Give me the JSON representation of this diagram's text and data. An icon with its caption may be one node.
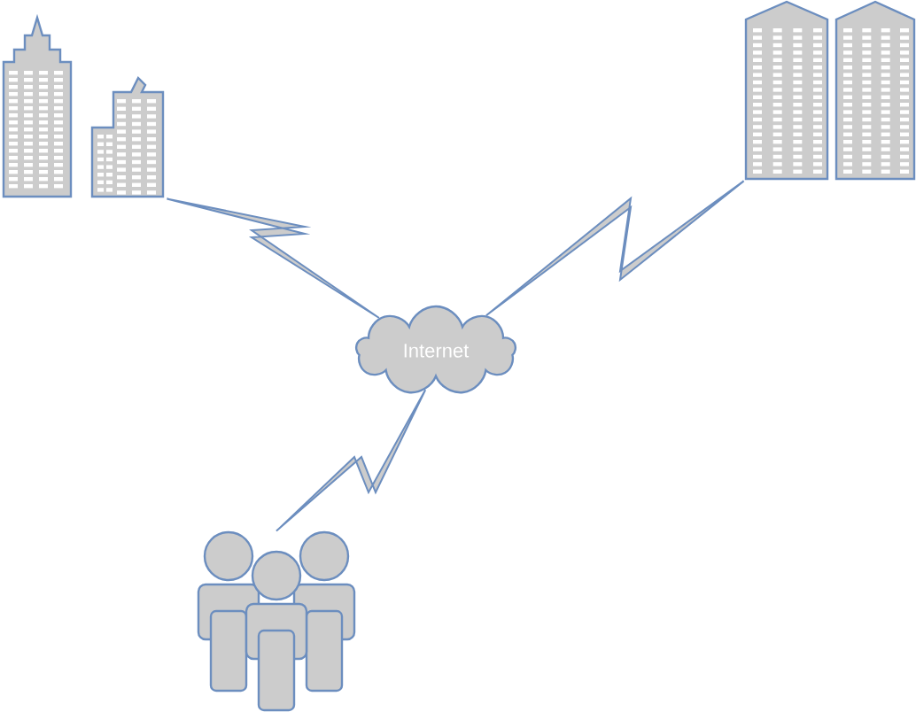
{
  "diagram": {
    "nodes": [
      {
        "text": [],
        "shape": "building"
      },
      {
        "text": [],
        "shape": "building"
      },
      {
        "text": [
          "Internet"
        ]
      },
      {
        "text": [],
        "shape": "person"
      }
    ],
    "edges": [
      {
        "from": 0,
        "to": 2,
        "arrow": "none"
      },
      {
        "from": 1,
        "to": 2,
        "arrow": "none"
      },
      {
        "from": 3,
        "to": 2,
        "arrow": "none"
      }
    ]
  }
}
